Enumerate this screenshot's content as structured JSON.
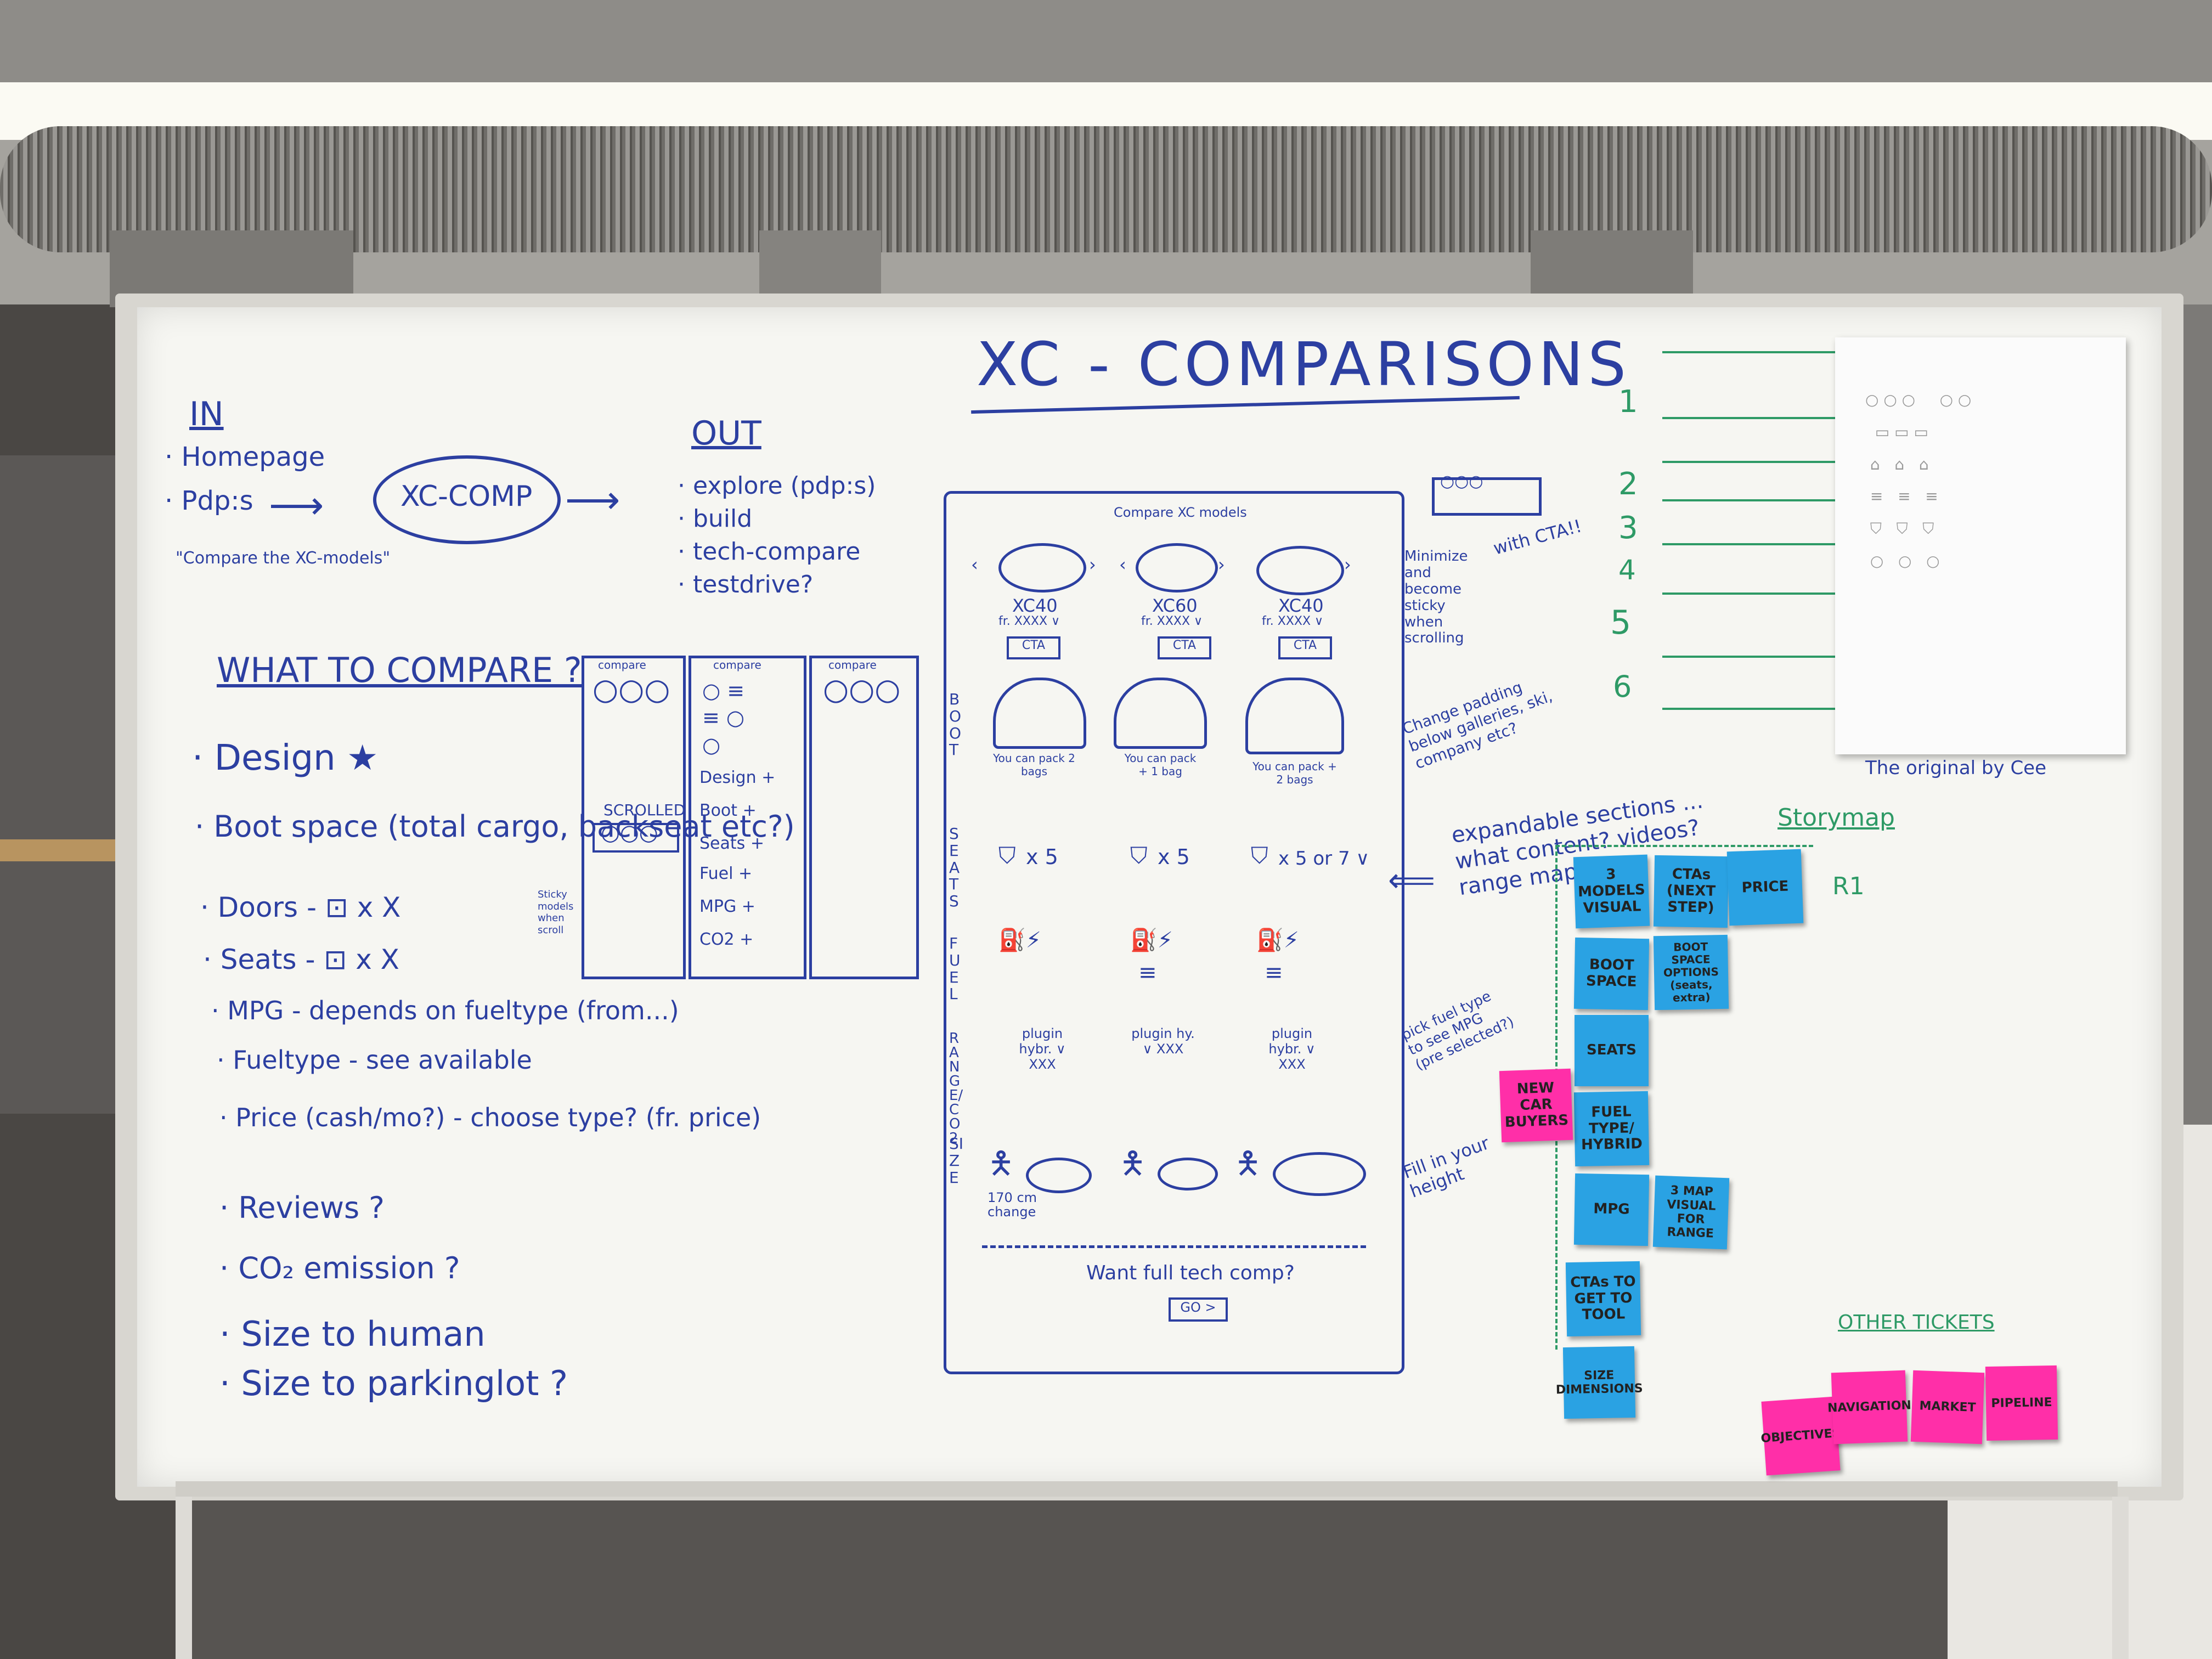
{
  "board": {
    "title": "XC - COMPARISONS",
    "flow": {
      "in_heading": "IN",
      "in_items": [
        "· Homepage",
        "· Pdp:s",
        "\"Compare the XC-models\""
      ],
      "center": "XC-COMP",
      "out_heading": "OUT",
      "out_items": [
        "· explore (pdp:s)",
        "· build",
        "· tech-compare",
        "· testdrive?"
      ]
    },
    "what_to_compare": {
      "heading": "WHAT TO COMPARE ?",
      "items": [
        "· Design ★",
        "· Boot space (total cargo, backseat etc?)",
        "· Doors - ⊡ x X",
        "· Seats - ⊡ x X",
        "· MPG - depends on fueltype (from...)",
        "· Fueltype - see available",
        "· Price (cash/mo?) - choose type? (fr. price)",
        "· Reviews ?",
        "· CO₂ emission ?",
        "· Size to human",
        "· Size to parkinglot ?"
      ]
    },
    "mini_wireframes": {
      "labels": [
        "compare",
        "compare",
        "compare"
      ],
      "scrolled": "SCROLLED",
      "sticky_note": "Sticky models when scroll",
      "list": [
        "Design +",
        "Boot +",
        "Seats +",
        "Fuel +",
        "MPG +",
        "CO2 +"
      ]
    },
    "wireframe": {
      "header": "Compare XC models",
      "models": [
        {
          "name": "XC40",
          "price": "fr. XXXX ∨",
          "cta": "CTA"
        },
        {
          "name": "XC60",
          "price": "fr. XXXX ∨",
          "cta": "CTA"
        },
        {
          "name": "XC40",
          "price": "fr. XXXX ∨",
          "cta": "CTA"
        }
      ],
      "side_labels": [
        "BOOT",
        "SEATS",
        "FUEL",
        "RANGE/CO2",
        "SIZE"
      ],
      "boot": [
        "You can pack 2 bags",
        "You can pack + 1 bag",
        "You can pack + 2 bags"
      ],
      "seats": [
        "x 5",
        "x 5",
        "x 5 or 7 ∨"
      ],
      "range": [
        "plugin hybr. ∨ XXX",
        "plugin hy. ∨ XXX",
        "plugin hybr. ∨ XXX"
      ],
      "size_note": "170 cm change",
      "footer_question": "Want full tech comp?",
      "footer_button": "GO >"
    },
    "annotations": {
      "minimize": "Minimize and become sticky when scrolling",
      "with_cta": "with CTA!!",
      "change_padding": "Change padding below galleries, ski, company etc?",
      "expandable": "expandable sections ... what content? videos? range maps?",
      "pick_fuel": "pick fuel type to see MPG (pre selected?)",
      "fill_height": "Fill in your height"
    },
    "numbers": [
      "1",
      "2",
      "3",
      "4",
      "5",
      "6"
    ],
    "paper_caption": "The original by Cee",
    "storymap": {
      "heading": "Storymap",
      "release": "R1",
      "notes_blue": [
        "3 MODELS VISUAL",
        "CTAs (NEXT STEP)",
        "PRICE",
        "BOOT SPACE",
        "BOOT SPACE OPTIONS (seats, extra)",
        "SEATS",
        "FUEL TYPE/ HYBRID",
        "MPG",
        "3 MAP VISUAL FOR RANGE",
        "CTAs TO GET TO TOOL",
        "SIZE DIMENSIONS"
      ],
      "note_pink_persona": "NEW CAR BUYERS"
    },
    "other_tickets": {
      "heading": "OTHER TICKETS",
      "notes": [
        "OBJECTIVES",
        "NAVIGATION",
        "MARKET",
        "PIPELINE"
      ]
    }
  },
  "colors": {
    "marker_blue": "#2c3fa1",
    "marker_green": "#2e9a66",
    "sticky_blue": "#2aa2e3",
    "sticky_pink": "#ff2fa8",
    "board": "#f6f6f2"
  }
}
